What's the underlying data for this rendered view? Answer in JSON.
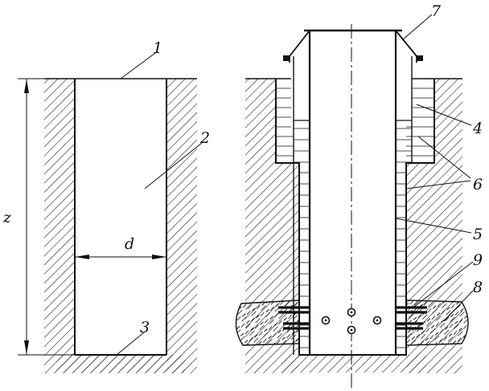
{
  "figure": {
    "left_labels": {
      "l1": "1",
      "l2": "2",
      "l3": "3",
      "z": "z",
      "d": "d"
    },
    "right_labels": {
      "l4": "4",
      "l5": "5",
      "l6": "6",
      "l7": "7",
      "l8": "8",
      "l9": "9"
    }
  },
  "colors": {
    "ink": "#111111",
    "paper": "#ffffff"
  }
}
